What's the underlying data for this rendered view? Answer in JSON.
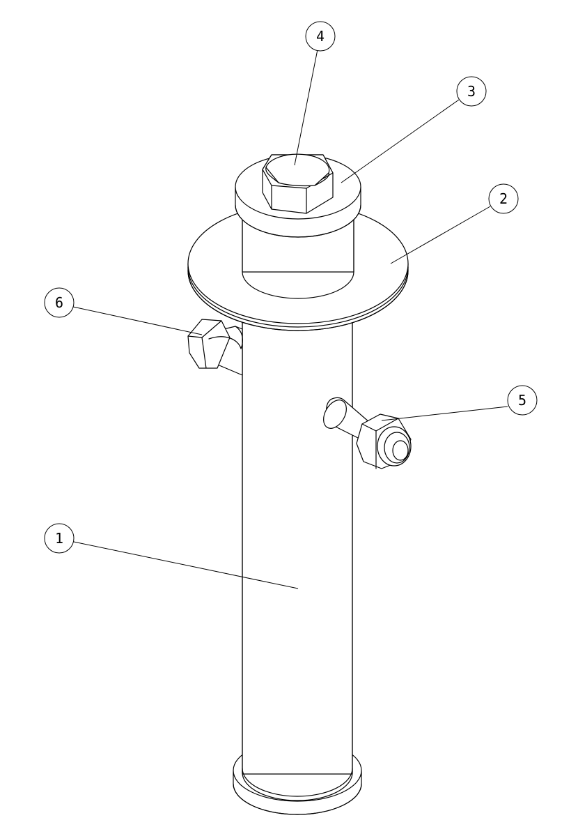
{
  "balloons": [
    {
      "id": "1",
      "label": "1"
    },
    {
      "id": "2",
      "label": "2"
    },
    {
      "id": "3",
      "label": "3"
    },
    {
      "id": "4",
      "label": "4"
    },
    {
      "id": "5",
      "label": "5"
    },
    {
      "id": "6",
      "label": "6"
    }
  ],
  "colors": {
    "line": "#000000",
    "background": "#ffffff"
  }
}
